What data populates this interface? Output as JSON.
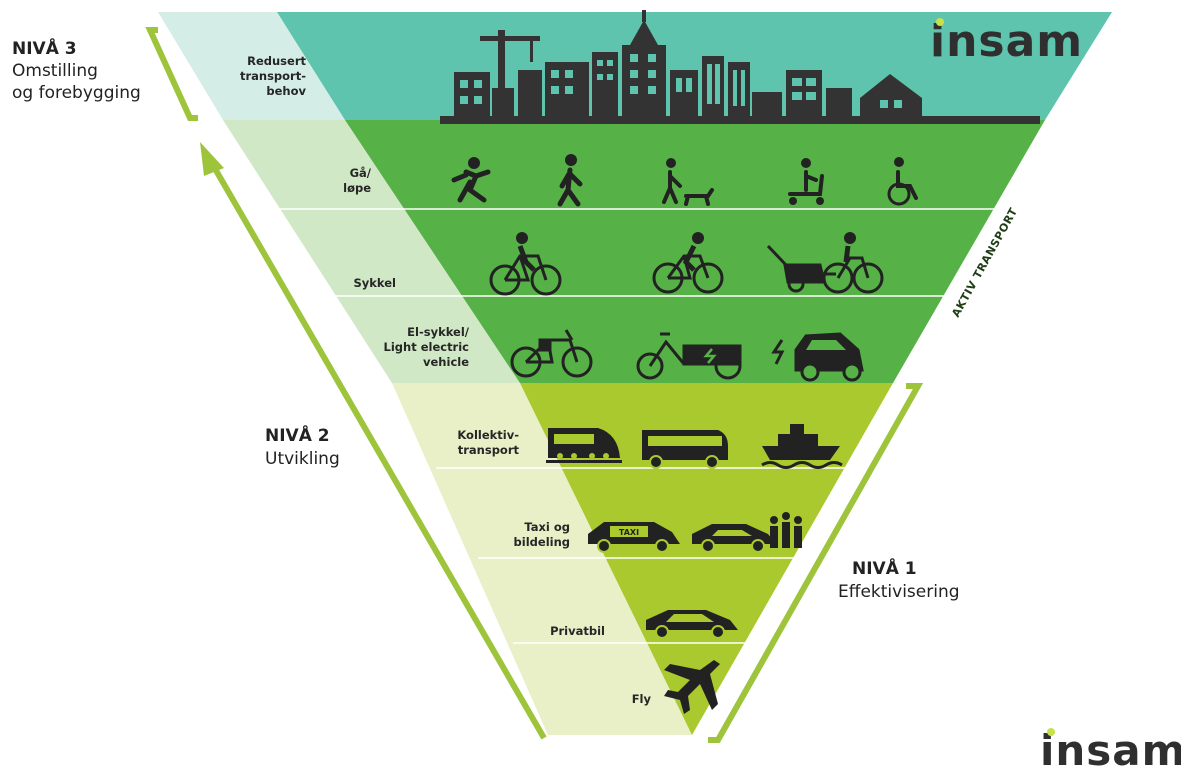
{
  "levels": {
    "level3": {
      "title": "NIVÅ 3",
      "lines": [
        "Omstilling",
        "og forebygging"
      ]
    },
    "level2": {
      "title": "NIVÅ 2",
      "lines": [
        "Utvikling"
      ]
    },
    "level1": {
      "title": "NIVÅ 1",
      "lines": [
        "Effektivisering"
      ]
    }
  },
  "categories": {
    "redusert": [
      "Redusert",
      "transport-",
      "behov"
    ],
    "ga_lope": [
      "Gå/",
      "løpe"
    ],
    "sykkel": [
      "Sykkel"
    ],
    "el_sykkel": [
      "El-sykkel/",
      "Light electric",
      "vehicle"
    ],
    "kollektiv": [
      "Kollektiv-",
      "transport"
    ],
    "taxi": [
      "Taxi og",
      "bildeling"
    ],
    "privatbil": [
      "Privatbil"
    ],
    "fly": [
      "Fly"
    ]
  },
  "side_label": "AKTIV TRANSPORT",
  "taxi_sign": "TAXI",
  "logo": "insam",
  "colors": {
    "teal": "#5ec4ad",
    "teal_light": "#d4ede6",
    "green": "#56b146",
    "green_light": "#d0e8c5",
    "lime": "#a9c92e",
    "lime_light": "#e9f0c8",
    "icon": "#222222",
    "bracket": "#9dc43b"
  }
}
